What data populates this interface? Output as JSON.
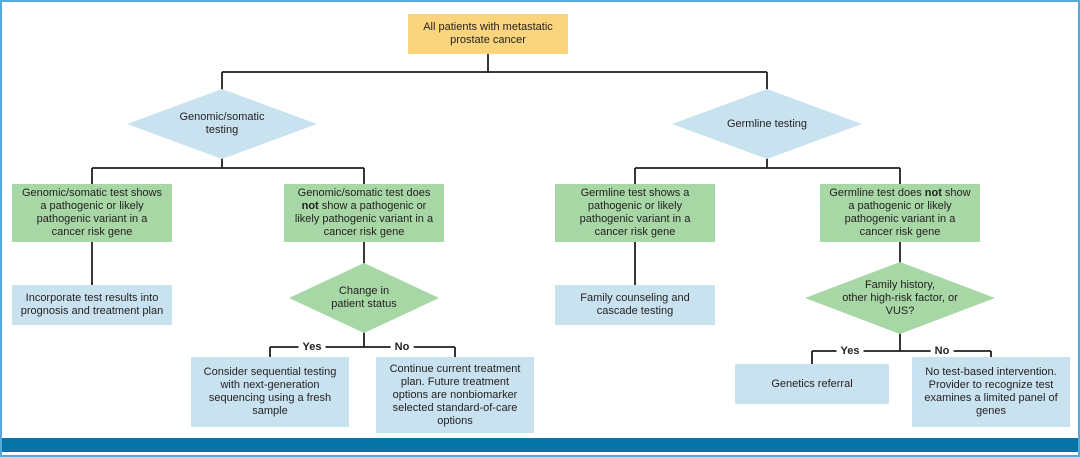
{
  "palette": {
    "yellow": "#FBD57E",
    "blue": "#C9E2F0",
    "green": "#A7D7A5",
    "bar": "#0674A7",
    "border": "#58A8D8",
    "line": "#231F20"
  },
  "root": {
    "label": "All patients with metastatic\nprostate cancer"
  },
  "somatic": {
    "decision": "Genomic/somatic\ntesting",
    "positive_result": "Genomic/somatic test shows\na pathogenic or likely\npathogenic variant in a\ncancer risk gene",
    "positive_action": "Incorporate test results into\nprognosis and treatment plan",
    "negative_result_pre": "Genomic/somatic test does\n",
    "negative_result_bold": "not",
    "negative_result_post": " show a pathogenic or\nlikely pathogenic variant in a\ncancer risk gene",
    "status_decision": "Change in\npatient status",
    "yes_label": "Yes",
    "no_label": "No",
    "yes_action": "Consider sequential testing\nwith next-generation\nsequencing using a fresh\nsample",
    "no_action": "Continue current treatment\nplan. Future treatment\noptions are nonbiomarker\nselected standard-of-care\noptions"
  },
  "germline": {
    "decision": "Germline testing",
    "positive_result": "Germline test shows a\npathogenic or likely\npathogenic variant in a\ncancer risk gene",
    "positive_action": "Family counseling and\ncascade testing",
    "negative_result_pre": "Germline test does ",
    "negative_result_bold": "not",
    "negative_result_post": " show\na pathogenic or likely\npathogenic variant in a\ncancer risk gene",
    "risk_decision": "Family history,\nother high-risk factor, or\nVUS?",
    "yes_label": "Yes",
    "no_label": "No",
    "yes_action": "Genetics referral",
    "no_action": "No test-based intervention.\nProvider to recognize test\nexamines a limited panel of\ngenes"
  }
}
